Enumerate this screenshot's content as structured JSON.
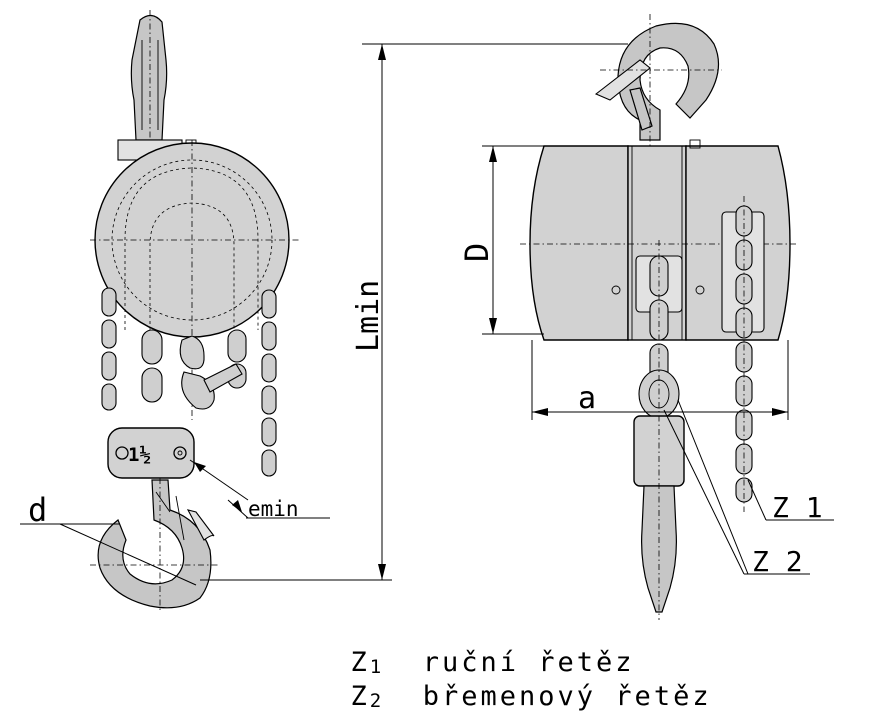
{
  "labels": {
    "d": "d",
    "emin": "emin",
    "lmin": "Lmin",
    "D": "D",
    "a": "a",
    "z1": "Z 1",
    "z2": "Z 2",
    "capacity_mark": "1½"
  },
  "legend": [
    {
      "symbol": "Z",
      "index": "1",
      "text": "ruční řetěz"
    },
    {
      "symbol": "Z",
      "index": "2",
      "text": "břemenový řetěz"
    }
  ]
}
